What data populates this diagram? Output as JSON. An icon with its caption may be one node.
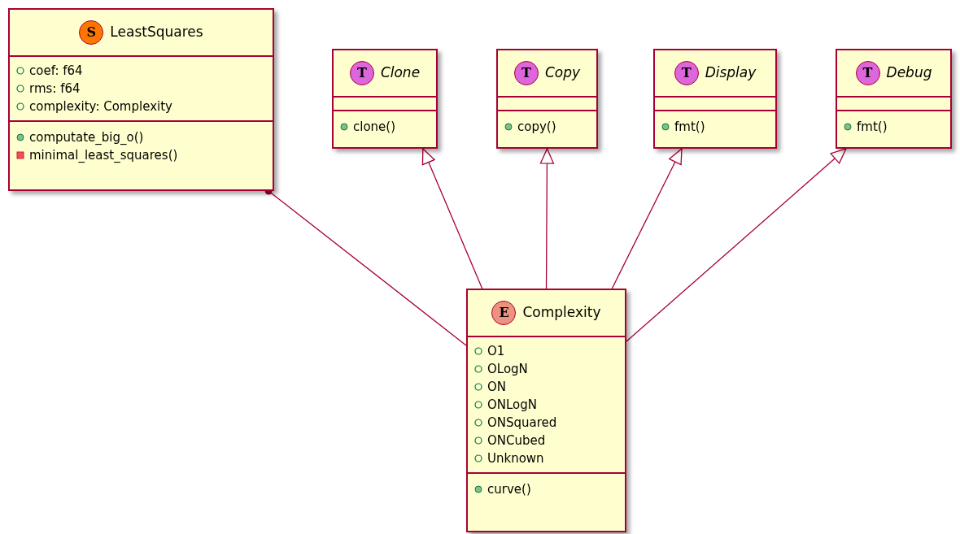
{
  "diagram": {
    "nodes": [
      {
        "text": [
          "S",
          "LeastSquares",
          "coef: f64",
          "rms: f64",
          "complexity: Complexity",
          "computate_big_o()",
          "minimal_least_squares()"
        ]
      },
      {
        "text": [
          "T",
          "Clone",
          "clone()"
        ]
      },
      {
        "text": [
          "T",
          "Copy",
          "copy()"
        ]
      },
      {
        "text": [
          "T",
          "Display",
          "fmt()"
        ]
      },
      {
        "text": [
          "T",
          "Debug",
          "fmt()"
        ]
      },
      {
        "text": [
          "E",
          "Complexity",
          "O1",
          "OLogN",
          "ON",
          "ONLogN",
          "ONSquared",
          "ONCubed",
          "Unknown",
          "curve()"
        ]
      }
    ],
    "edges": [
      {
        "from": 0,
        "to": 5,
        "arrow": "other"
      },
      {
        "from": 5,
        "to": 1,
        "arrow": "to"
      },
      {
        "from": 5,
        "to": 2,
        "arrow": "to"
      },
      {
        "from": 5,
        "to": 3,
        "arrow": "to"
      },
      {
        "from": 5,
        "to": 4,
        "arrow": "to"
      }
    ]
  }
}
